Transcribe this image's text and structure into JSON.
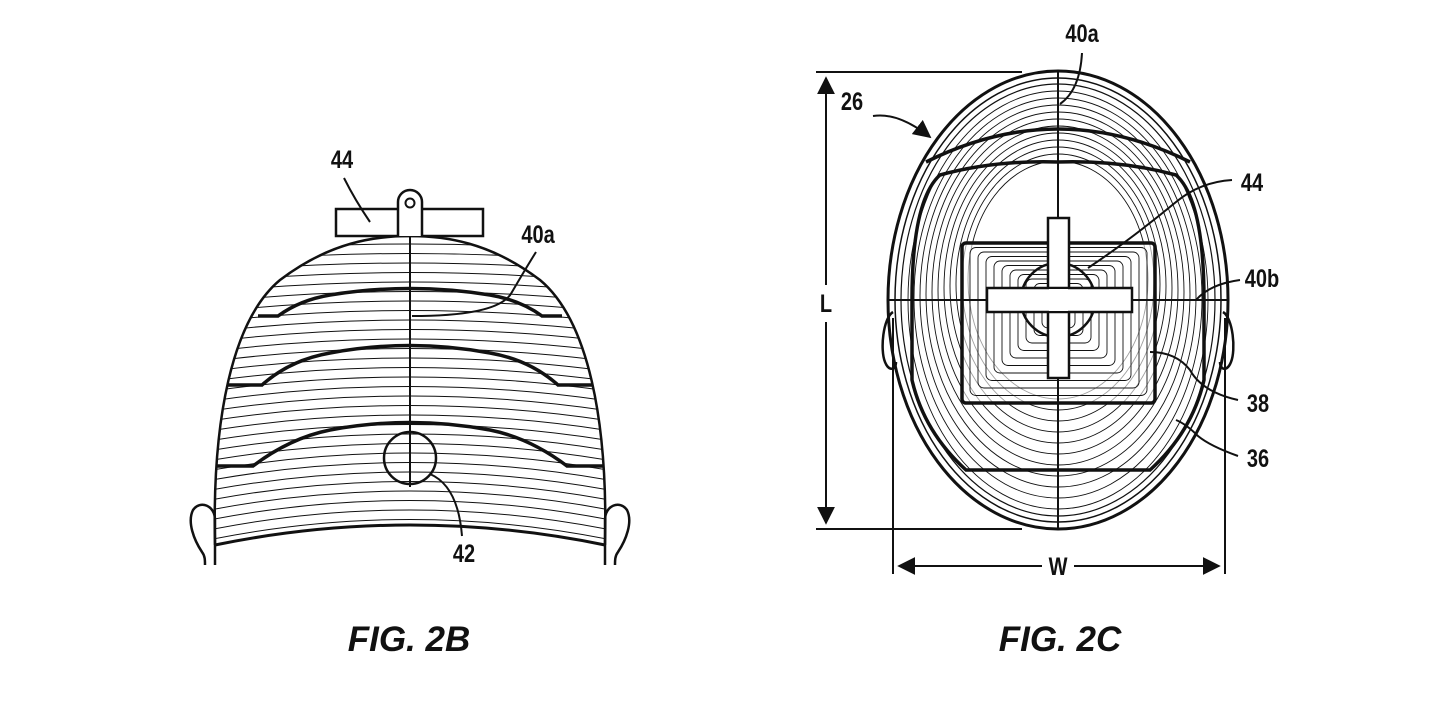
{
  "figures": [
    {
      "caption": "FIG. 2B",
      "labels": {
        "ref_44": "44",
        "ref_40a": "40a",
        "ref_42": "42"
      }
    },
    {
      "caption": "FIG. 2C",
      "labels": {
        "ref_40a": "40a",
        "ref_26": "26",
        "ref_44": "44",
        "ref_40b": "40b",
        "ref_38": "38",
        "ref_36": "36",
        "dim_L": "L",
        "dim_W": "W"
      }
    }
  ]
}
